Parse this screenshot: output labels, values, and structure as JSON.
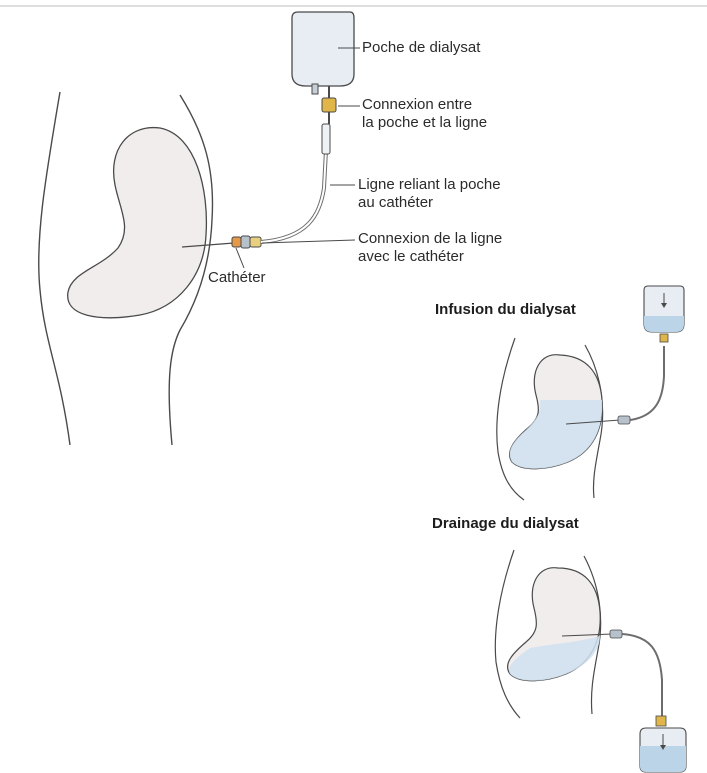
{
  "labels": {
    "poche": "Poche de dialysat",
    "connexion_poche_line1": "Connexion entre",
    "connexion_poche_line2": "la poche et la ligne",
    "ligne_line1": "Ligne reliant la poche",
    "ligne_line2": "au cathéter",
    "connexion_catheter_line1": "Connexion de la ligne",
    "connexion_catheter_line2": "avec le cathéter",
    "catheter": "Cathéter"
  },
  "panels": {
    "infusion_title": "Infusion du dialysat",
    "drainage_title": "Drainage du dialysat"
  },
  "colors": {
    "stroke": "#4a4a4a",
    "kidney_fill": "#f2eded",
    "fluid": "#cfe0ee",
    "bag_fill": "#e7edf3",
    "connector": "#e0b64a"
  }
}
